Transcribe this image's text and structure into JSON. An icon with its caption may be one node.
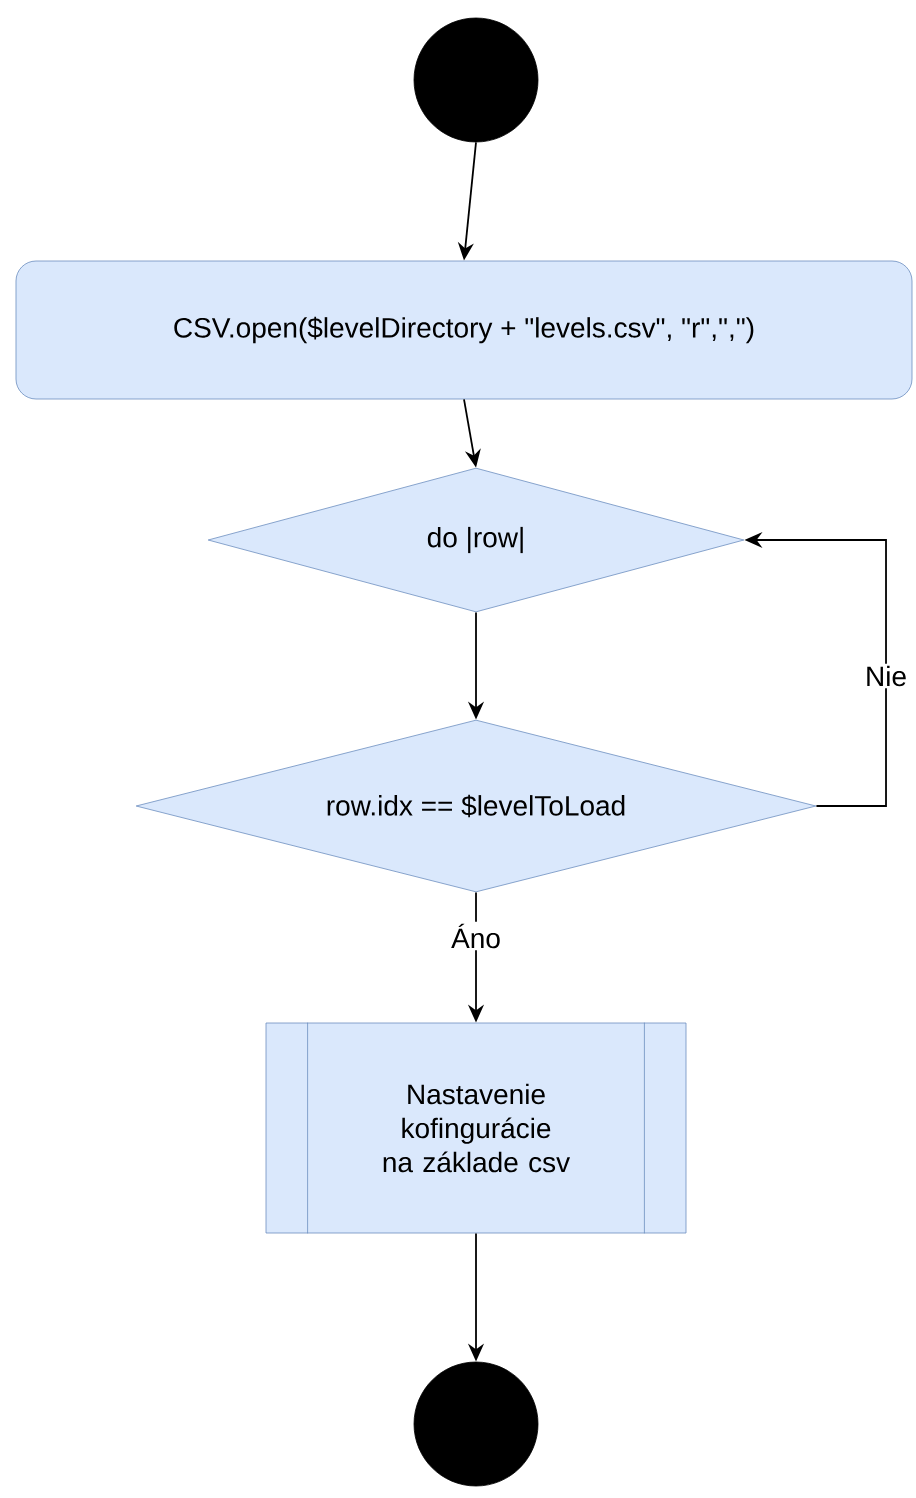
{
  "diagram": {
    "nodes": [
      {
        "text": [],
        "shape": "circle"
      },
      {
        "text": [
          "CSV.open($levelDirectory + \"levels.csv\", \"r\",\",\")"
        ]
      },
      {
        "text": [
          "do |row|"
        ]
      },
      {
        "text": [
          "row.idx == $levelToLoad"
        ]
      },
      {
        "text": [
          "Nastavenie kofingurácie na základe csv"
        ]
      },
      {
        "text": [],
        "shape": "circle"
      }
    ],
    "edges": [
      {
        "from": 0,
        "to": 1,
        "arrow": "to"
      },
      {
        "from": 1,
        "to": 2,
        "arrow": "to"
      },
      {
        "from": 2,
        "to": 3,
        "arrow": "to"
      },
      {
        "from": 3,
        "to": 2,
        "arrow": "to",
        "label": "Nie"
      },
      {
        "from": 3,
        "to": 4,
        "arrow": "to",
        "label": "Áno"
      },
      {
        "from": 4,
        "to": 5,
        "arrow": "to"
      }
    ]
  }
}
